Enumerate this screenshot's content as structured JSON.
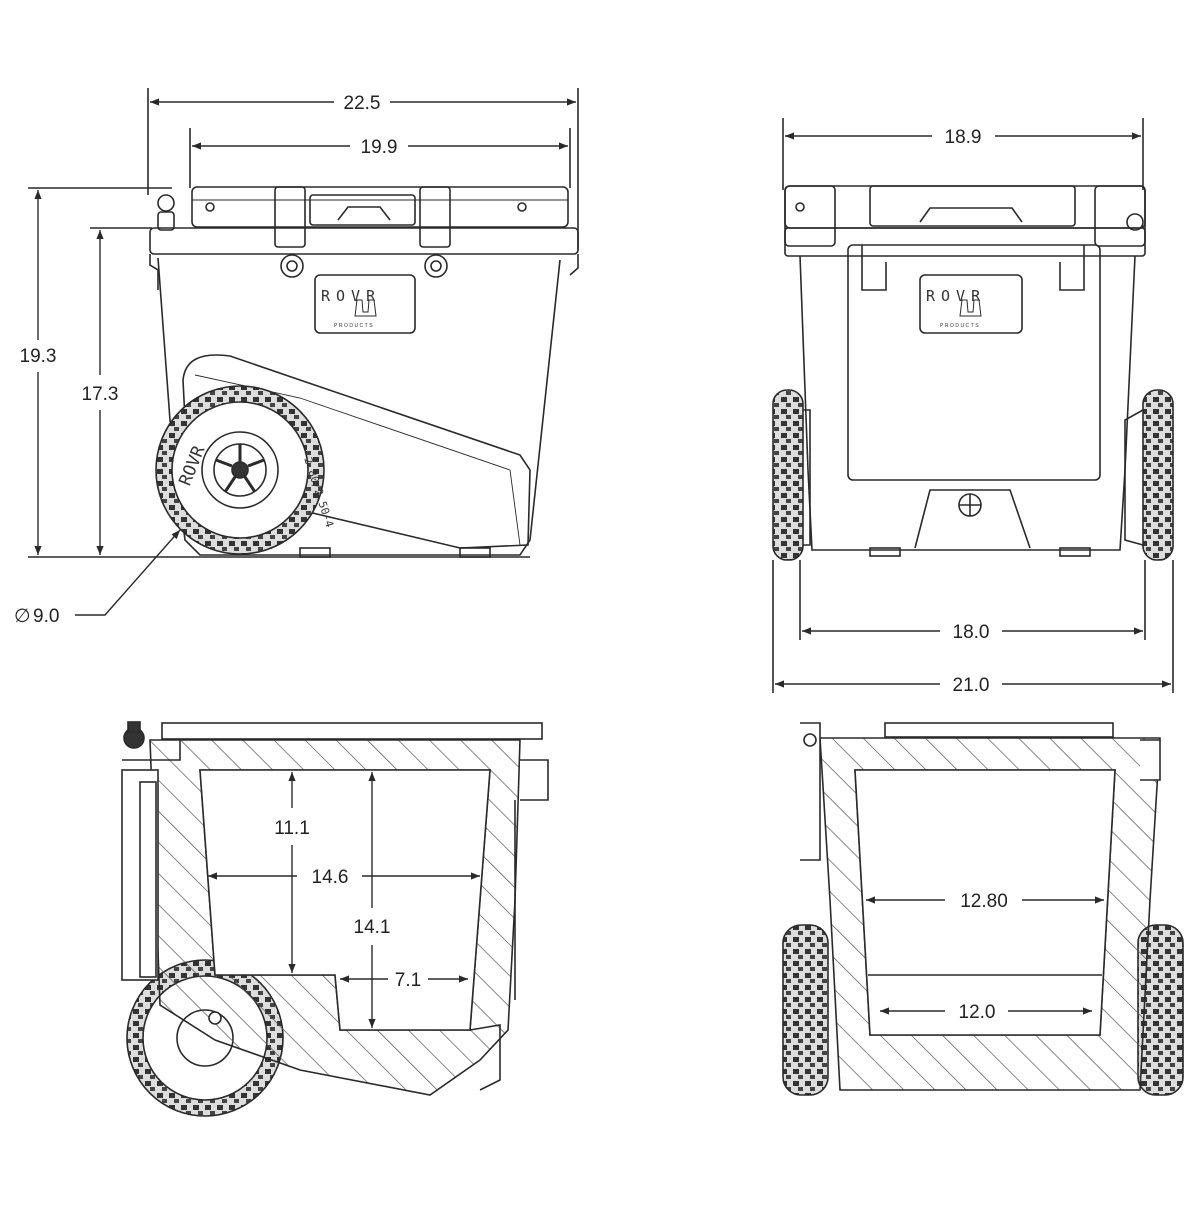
{
  "drawing": {
    "brand": {
      "logo": "ROVR",
      "sub": "PRODUCTS",
      "tire_brand": "ROVR",
      "tire_size": "2.80/2.50-4"
    },
    "top_left": {
      "overall_length": "22.5",
      "body_length": "19.9",
      "overall_height": "19.3",
      "body_height": "17.3",
      "wheel_diameter": "9.0"
    },
    "top_right": {
      "lid_width": "18.9",
      "wheel_track_inner": "18.0",
      "overall_width": "21.0"
    },
    "bottom_left": {
      "upper_depth": "11.1",
      "interior_length": "14.6",
      "total_depth": "14.1",
      "lower_length": "7.1"
    },
    "bottom_right": {
      "interior_width_top": "12.80",
      "interior_width_bottom": "12.0"
    }
  },
  "colors": {
    "line": "#2a2a2a",
    "hatch": "#555555",
    "paper": "#ffffff"
  }
}
